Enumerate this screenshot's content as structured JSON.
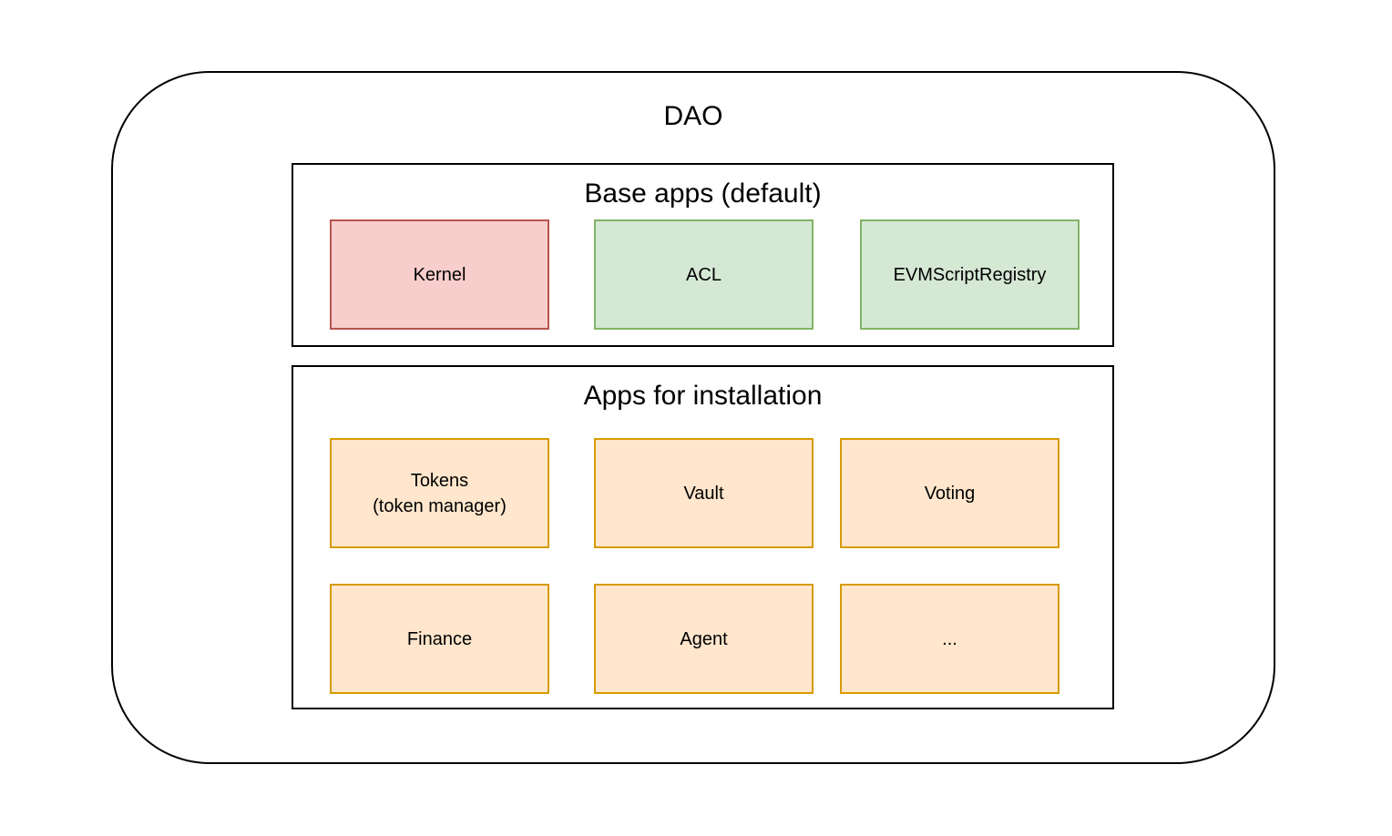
{
  "dao": {
    "title": "DAO"
  },
  "sections": {
    "base_apps": {
      "title": "Base apps (default)",
      "boxes": [
        {
          "label": "Kernel",
          "color": "red"
        },
        {
          "label": "ACL",
          "color": "green"
        },
        {
          "label": "EVMScriptRegistry",
          "color": "green"
        }
      ]
    },
    "apps_for_installation": {
      "title": "Apps for installation",
      "boxes": [
        {
          "label": "Tokens\n(token manager)",
          "color": "orange"
        },
        {
          "label": "Vault",
          "color": "orange"
        },
        {
          "label": "Voting",
          "color": "orange"
        },
        {
          "label": "Finance",
          "color": "orange"
        },
        {
          "label": "Agent",
          "color": "orange"
        },
        {
          "label": "...",
          "color": "orange"
        }
      ]
    }
  },
  "colors": {
    "kernel_fill": "#f8cecc",
    "kernel_stroke": "#b85450",
    "base_fill": "#d5e8d4",
    "base_stroke": "#82b366",
    "install_fill": "#ffe6cc",
    "install_stroke": "#d79b00",
    "outline": "#000000",
    "background": "#ffffff"
  }
}
